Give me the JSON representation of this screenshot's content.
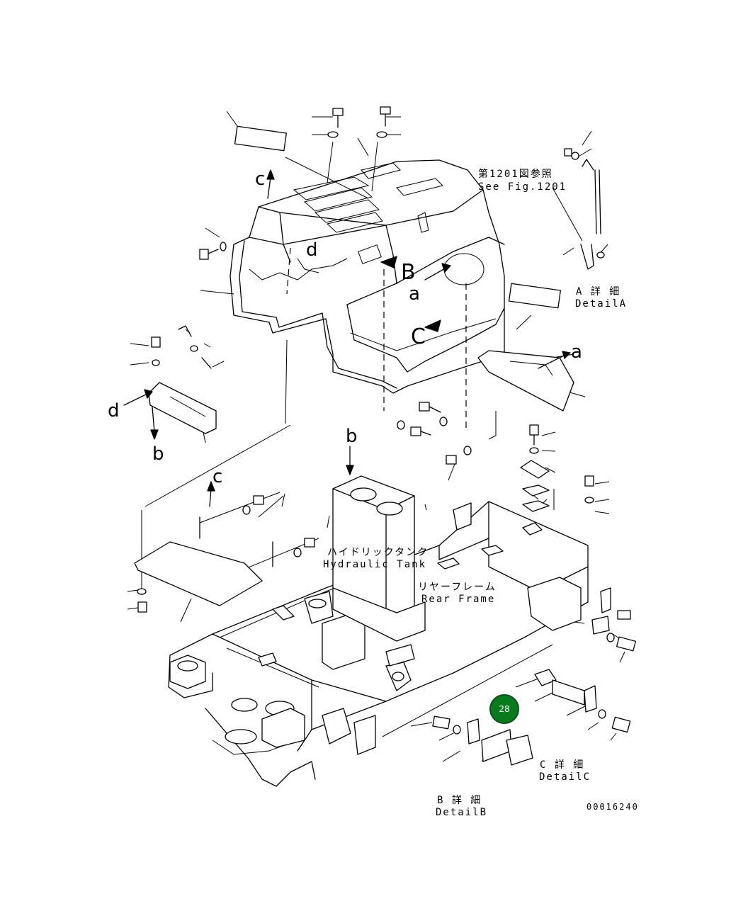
{
  "labels": {
    "see_fig_jp": "第1201図参照",
    "see_fig_en": "See Fig.1201",
    "detail_a_jp": "A 詳 細",
    "detail_a_en": "DetailA",
    "hydraulic_tank_jp": "ハイドリックタンク",
    "hydraulic_tank_en": "Hydraulic Tank",
    "rear_frame_jp": "リヤーフレーム",
    "rear_frame_en": "Rear Frame",
    "detail_c_jp": "C 詳 細",
    "detail_c_en": "DetailC",
    "detail_b_jp": "B 詳 細",
    "detail_b_en": "DetailB",
    "drawing_number": "00016240"
  },
  "view_markers": {
    "c_top": "c",
    "d_mid": "d",
    "B": "B",
    "a_left": "a",
    "C": "C",
    "a_right": "a",
    "d_left": "d",
    "b_left": "b",
    "b_mid": "b",
    "c_lower": "c"
  },
  "callout": {
    "number": "28",
    "color": "#0a7a1f"
  }
}
